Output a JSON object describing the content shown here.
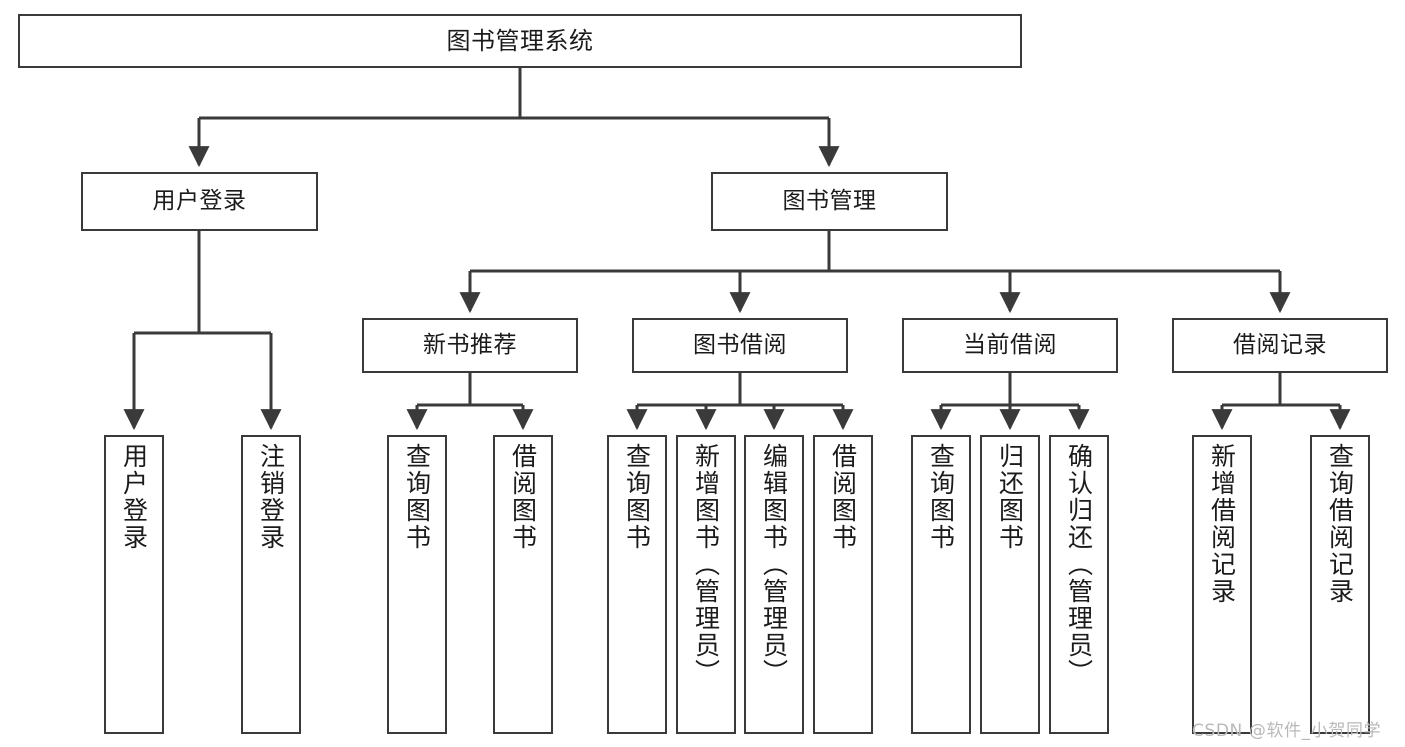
{
  "diagram": {
    "title": "图书管理系统",
    "root": {
      "label": "图书管理系统"
    },
    "level2": [
      {
        "label": "用户登录"
      },
      {
        "label": "图书管理"
      }
    ],
    "level3": [
      {
        "label": "新书推荐"
      },
      {
        "label": "图书借阅"
      },
      {
        "label": "当前借阅"
      },
      {
        "label": "借阅记录"
      }
    ],
    "leaves": {
      "user_login": [
        {
          "label": "用户登录"
        },
        {
          "label": "注销登录"
        }
      ],
      "new_book_recommend": [
        {
          "label": "查询图书"
        },
        {
          "label": "借阅图书"
        }
      ],
      "book_borrow": [
        {
          "label": "查询图书"
        },
        {
          "label": "新增图书（管理员）"
        },
        {
          "label": "编辑图书（管理员）"
        },
        {
          "label": "借阅图书"
        }
      ],
      "current_borrow": [
        {
          "label": "查询图书"
        },
        {
          "label": "归还图书"
        },
        {
          "label": "确认归还（管理员）"
        }
      ],
      "borrow_record": [
        {
          "label": "新增借阅记录"
        },
        {
          "label": "查询借阅记录"
        }
      ]
    }
  },
  "watermark": {
    "text": "CSDN @软件_小贺同学"
  },
  "colors": {
    "background": "#ffffff",
    "box_border": "#3a3a3a",
    "connector": "#3a3a3a",
    "text": "#1b1b1b",
    "watermark": "#b9b9b9"
  }
}
